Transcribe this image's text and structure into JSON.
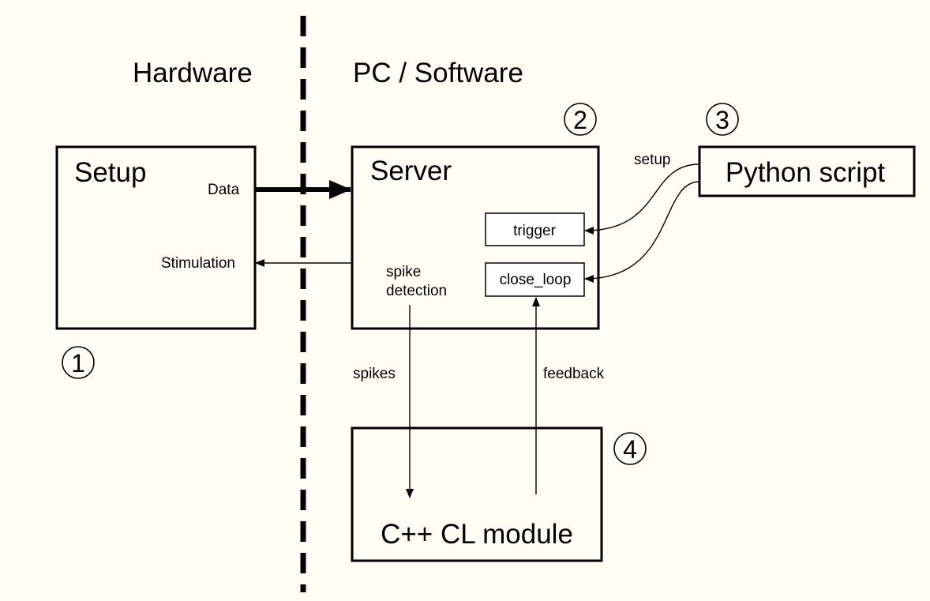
{
  "regions": {
    "hardware": "Hardware",
    "software": "PC / Software"
  },
  "markers": {
    "setup": "1",
    "server": "2",
    "python": "3",
    "module": "4"
  },
  "boxes": {
    "setup": "Setup",
    "server": "Server",
    "python": "Python script",
    "module": "C++ CL module",
    "trigger": "trigger",
    "close_loop": "close_loop"
  },
  "labels": {
    "data": "Data",
    "stimulation": "Stimulation",
    "spike_detection_line1": "spike",
    "spike_detection_line2": "detection",
    "spikes": "spikes",
    "feedback": "feedback",
    "setup_arrow": "setup"
  },
  "colors": {
    "background": "#fefef4",
    "stroke": "#000000"
  }
}
